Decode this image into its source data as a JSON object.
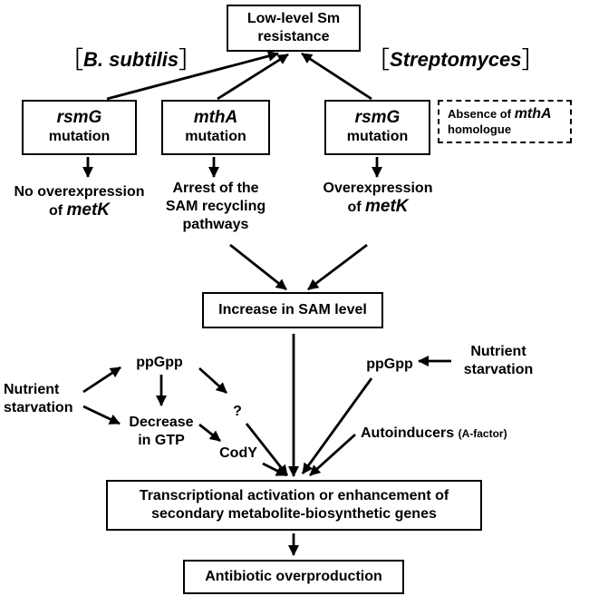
{
  "boxes": {
    "top": {
      "line1": "Low-level Sm",
      "line2": "resistance"
    },
    "rsmg_left": {
      "gene": "rsmG",
      "word": "mutation"
    },
    "mtha": {
      "gene": "mthA",
      "word": "mutation"
    },
    "rsmg_right": {
      "gene": "rsmG",
      "word": "mutation"
    },
    "absence": {
      "pre": "Absence of ",
      "gene": "mthA",
      "line2": "homologue"
    },
    "sam": "Increase in SAM level",
    "transcription": {
      "line1": "Transcriptional activation or enhancement of",
      "line2": "secondary metabolite-biosynthetic genes"
    },
    "antibiotic": "Antibiotic overproduction"
  },
  "brackets": {
    "left": {
      "open": "［",
      "name": "B. subtilis",
      "close": "］"
    },
    "right": {
      "open": "［",
      "name": "Streptomyces",
      "close": "］"
    }
  },
  "labels": {
    "no_overexpression": {
      "line1": "No overexpression",
      "pre": "of ",
      "gene": "metK"
    },
    "arrest": {
      "line1": "Arrest of the",
      "line2": "SAM recycling",
      "line3": "pathways"
    },
    "overexpression": {
      "line1": "Overexpression",
      "pre": "of ",
      "gene": "metK"
    },
    "ppgpp_left": "ppGpp",
    "nutrient_left": {
      "line1": "Nutrient",
      "line2": "starvation"
    },
    "question": "?",
    "decrease_gtp": {
      "line1": "Decrease",
      "line2": "in GTP"
    },
    "cody": "CodY",
    "ppgpp_right": "ppGpp",
    "nutrient_right": {
      "line1": "Nutrient",
      "line2": "starvation"
    },
    "autoinducers": {
      "main": "Autoinducers",
      "sub": "(A-factor)"
    }
  }
}
